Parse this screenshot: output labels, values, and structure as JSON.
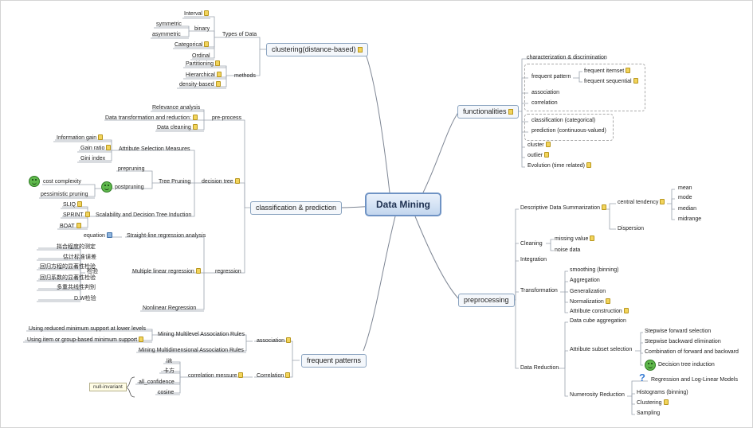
{
  "center": "Data Mining",
  "nodes": {
    "clustering": "clustering(distance-based)",
    "types_of_data": "Types of Data",
    "interval": "Interval",
    "binary": "binary",
    "symmetric": "symmetric",
    "asymmetric": "asymmetric",
    "categorical": "Categorical",
    "ordinal": "Ordinal",
    "methods": "methods",
    "partitioning": "Partitioning",
    "hierarchical": "Hierarchical",
    "density_based": "density-based",
    "classification_prediction": "classification & prediction",
    "pre_process": "pre-process",
    "relevance_analysis": "Relevance analysis",
    "data_transformation": "Data transformation and reduction:",
    "data_cleaning": "Data cleaning",
    "decision_tree": "decision tree",
    "attribute_selection": "Attribute Selection Measures",
    "information_gain": "Information gain",
    "gain_ratio": "Gain ratio",
    "gini_index": "Gini index",
    "tree_pruning": "Tree Pruning",
    "prepruning": "prepruning",
    "postpruning": "postpruning",
    "cost_complexity": "cost complexity",
    "pessimistic_pruning": "pessimistic pruning",
    "scalability": "Scalability and Decision Tree Induction",
    "sliq": "SLIQ",
    "sprint": "SPRINT",
    "boat": "BOAT",
    "regression": "regression",
    "straight_line": "Straight-line regression analysis",
    "equation": "equation",
    "multiple_linear": "Multiple linear regression",
    "jianyan": "检验",
    "nihe": "拟合程度的测定",
    "guji": "估计标准误差",
    "huigui_fangcheng": "回归方程的显著性检验",
    "huigui_xishu": "回归系数的显著性检验",
    "duochong": "多重共线性判别",
    "dw": "D.W检验",
    "nonlinear": "Nonlinear Regression",
    "frequent_patterns": "frequent patterns",
    "association": "association",
    "multilevel": "Mining Multilevel Association Rules",
    "reduced_support": "Using reduced minimum support at lower levels",
    "item_group": "Using item or group-based minimum support",
    "multidimensional": "Mining Multidimensional Association Rules",
    "correlation": "Correlation",
    "correlation_measure": "correlation messure",
    "lift": "lift",
    "kafang": "卡方",
    "all_confidence": "all_confidence",
    "cosine": "cosine",
    "null_invariant": "null-invariant",
    "functionalities": "functionalities",
    "characterization": "characterization & discrimination",
    "frequent_pattern": "frequent pattern",
    "frequent_itemset": "frequent itemset",
    "frequent_sequential": "frequent sequential",
    "association_f": "association",
    "correlation_f": "correlation",
    "classification_cat": "classification (categorical)",
    "prediction_cont": "prediction (continuous-valued)",
    "cluster": "cluster",
    "outlier": "outlier",
    "evolution": "Evolution (time related)",
    "preprocessing": "preprocessing",
    "descriptive": "Descriptive Data Summarization",
    "central_tendency": "central tendency",
    "mean": "mean",
    "mode": "mode",
    "median": "median",
    "midrange": "midrange",
    "dispersion": "Dispersion",
    "cleaning": "Cleaning",
    "missing_value": "missing value",
    "noise_data": "noise data",
    "integration": "Integration",
    "transformation": "Transformation",
    "smoothing": "smoothing (binning)",
    "aggregation": "Aggregation",
    "generalization": "Generalization",
    "normalization": "Normalization",
    "attribute_construction": "Attribute construction",
    "data_reduction": "Data Reduction",
    "data_cube": "Data cube aggregation",
    "attribute_subset": "Attribute subset selection",
    "stepwise_forward": "Stepwise forward selection",
    "stepwise_backward": "Stepwise backward elimination",
    "combination": "Combination of forward and backward",
    "decision_tree_induction": "Decision tree induction",
    "numerosity": "Numerosity Reduction",
    "regression_loglinear": "Regression and Log-Linear Models",
    "histograms": "Histograms (binning)",
    "clustering_nr": "Clustering",
    "sampling": "Sampling"
  },
  "colors": {
    "link": "#7e8694",
    "leaf_line": "#9aa2ae",
    "center_border": "#6f93c4"
  },
  "icons": [
    "note-icon",
    "image-icon",
    "smiley-icon",
    "question-icon"
  ]
}
